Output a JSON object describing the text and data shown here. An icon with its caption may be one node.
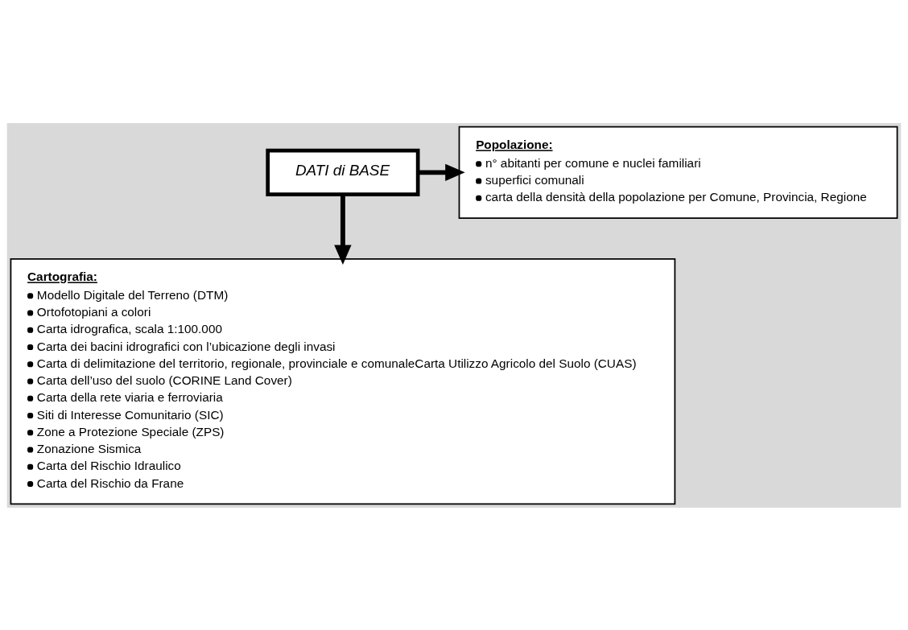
{
  "diagram": {
    "nodes": [
      {
        "text": [
          "DATI di BASE"
        ]
      },
      {
        "text": [
          "Popolazione:",
          "n° abitanti per comune e nuclei familiari",
          "superfici comunali",
          "carta della densità della popolazione per Comune, Provincia, Regione"
        ]
      },
      {
        "text": [
          "Cartografia:",
          "Modello Digitale del Terreno (DTM)",
          "Ortofotopiani a colori",
          "Carta idrografica, scala 1:100.000",
          "Carta dei bacini idrografici con l’ubicazione degli invasi",
          "Carta di delimitazione del territorio, regionale, provinciale e comunaleCarta Utilizzo Agricolo del Suolo (CUAS)",
          "Carta dell’uso del suolo (CORINE Land Cover)",
          "Carta della rete viaria e ferroviaria",
          "Siti di Interesse Comunitario (SIC)",
          "Zone a Protezione Speciale (ZPS)",
          "Zonazione Sismica",
          "Carta del Rischio Idraulico",
          "Carta del Rischio da Frane"
        ]
      }
    ],
    "edges": [
      {
        "from": 0,
        "to": 1,
        "arrow": "to"
      },
      {
        "from": 0,
        "to": 2,
        "arrow": "to"
      }
    ]
  }
}
